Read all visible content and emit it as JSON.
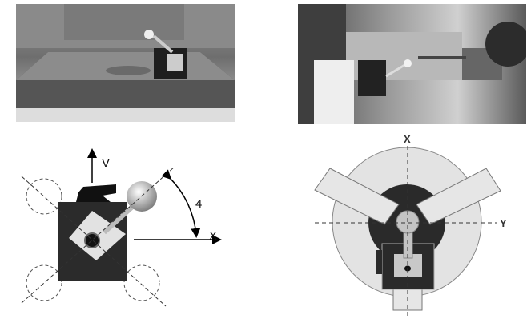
{
  "photos": {
    "top_left": "probe-on-machining-center-table",
    "top_right": "probe-in-lathe-turret"
  },
  "left_diagram": {
    "axis_vertical_label": "V",
    "axis_horizontal_label": "X",
    "angle_label": "4"
  },
  "right_diagram": {
    "axis_vertical_label": "X",
    "axis_horizontal_label": "Y"
  },
  "colors": {
    "dark": "#2a2a2a",
    "light": "#e6e6e6",
    "mid": "#c4c4c4"
  }
}
